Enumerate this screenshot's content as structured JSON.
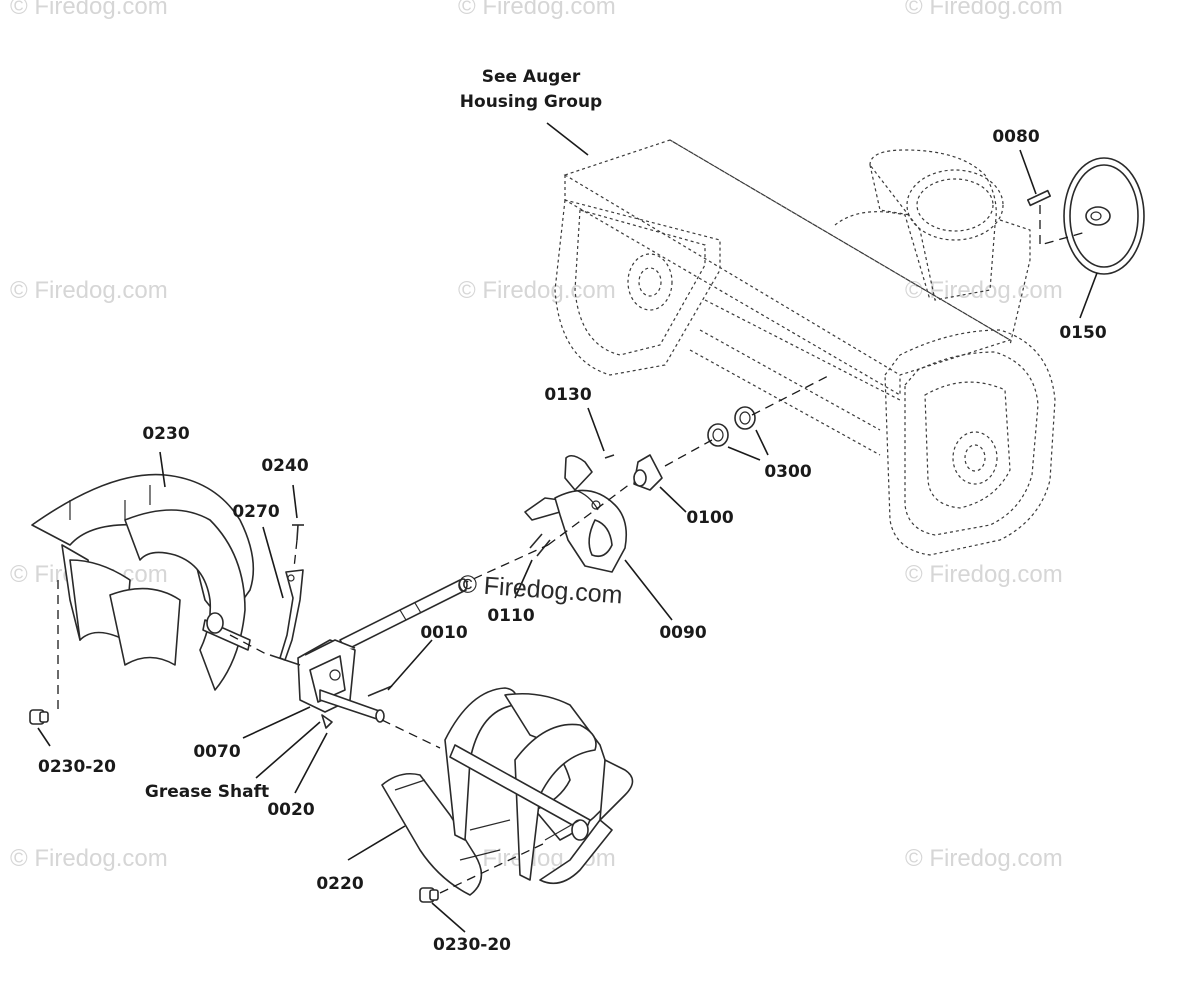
{
  "watermark_text": "© Firedog.com",
  "center_watermark_text": "© Firedog.com",
  "housing_note": {
    "line1": "See Auger",
    "line2": "Housing Group"
  },
  "callouts": {
    "p0080": "0080",
    "p0150": "0150",
    "p0130": "0130",
    "p0300": "0300",
    "p0100": "0100",
    "p0110": "0110",
    "p0090": "0090",
    "p0230": "0230",
    "p0240": "0240",
    "p0270": "0270",
    "p0010": "0010",
    "p0070": "0070",
    "grease_shaft": "Grease Shaft",
    "p0020": "0020",
    "p0230_20_left": "0230-20",
    "p0220": "0220",
    "p0230_20_bottom": "0230-20"
  },
  "colors": {
    "line": "#1a1a1a",
    "watermark": "#d6d6d6",
    "background": "#ffffff"
  }
}
